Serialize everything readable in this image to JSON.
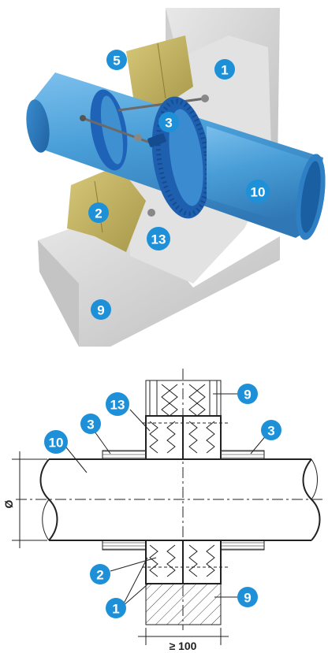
{
  "colors": {
    "callout": "#1e90d8",
    "pipe": "#4a9fd8",
    "pipe_dark": "#2f78b5",
    "collar": "#1f63b8",
    "mineral_wool": "#c8b865",
    "concrete": "#d9d9d9",
    "board": "#e6e6e6"
  },
  "top_view": {
    "callouts": [
      {
        "id": "c1",
        "label": "1"
      },
      {
        "id": "c2",
        "label": "2"
      },
      {
        "id": "c3",
        "label": "3"
      },
      {
        "id": "c5",
        "label": "5"
      },
      {
        "id": "c9",
        "label": "9"
      },
      {
        "id": "c10",
        "label": "10"
      },
      {
        "id": "c13",
        "label": "13"
      }
    ]
  },
  "section_view": {
    "callouts": [
      {
        "id": "s13",
        "label": "13"
      },
      {
        "id": "s9a",
        "label": "9"
      },
      {
        "id": "s3a",
        "label": "3"
      },
      {
        "id": "s3b",
        "label": "3"
      },
      {
        "id": "s10",
        "label": "10"
      },
      {
        "id": "s2",
        "label": "2"
      },
      {
        "id": "s1",
        "label": "1"
      },
      {
        "id": "s9b",
        "label": "9"
      }
    ],
    "diameter_symbol": "Ø",
    "thickness_label": "≥ 100"
  }
}
